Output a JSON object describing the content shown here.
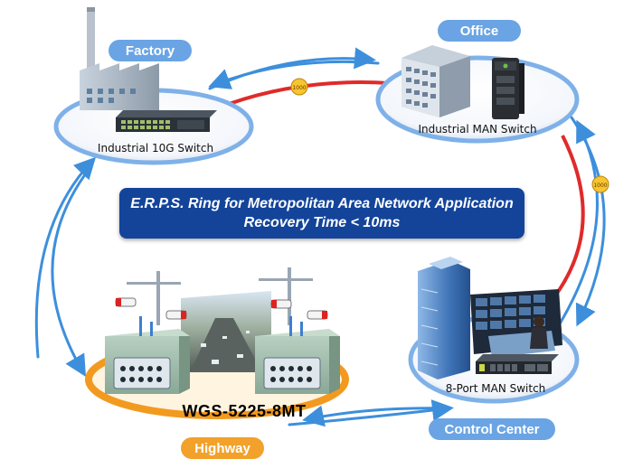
{
  "sites": {
    "factory": {
      "name": "Factory",
      "device": "Industrial 10G Switch"
    },
    "office": {
      "name": "Office",
      "device": "Industrial MAN Switch"
    },
    "control_center": {
      "name": "Control Center",
      "device": "8-Port MAN Switch"
    },
    "highway": {
      "name": "Highway",
      "device": "WGS-5225-8MT"
    }
  },
  "banner": {
    "line1": "E.R.P.S. Ring for Metropolitan Area Network Application",
    "line2": "Recovery Time < 10ms"
  },
  "links": {
    "top_label": "1000",
    "right_label": "1000"
  },
  "colors": {
    "pill_blue": "#6aa4e4",
    "pill_orange": "#f2a12a",
    "banner": "#13449a",
    "ring_blue": "#3d8fdc",
    "fiber_red": "#e02a2a",
    "highway_ring": "#f29a1f"
  }
}
